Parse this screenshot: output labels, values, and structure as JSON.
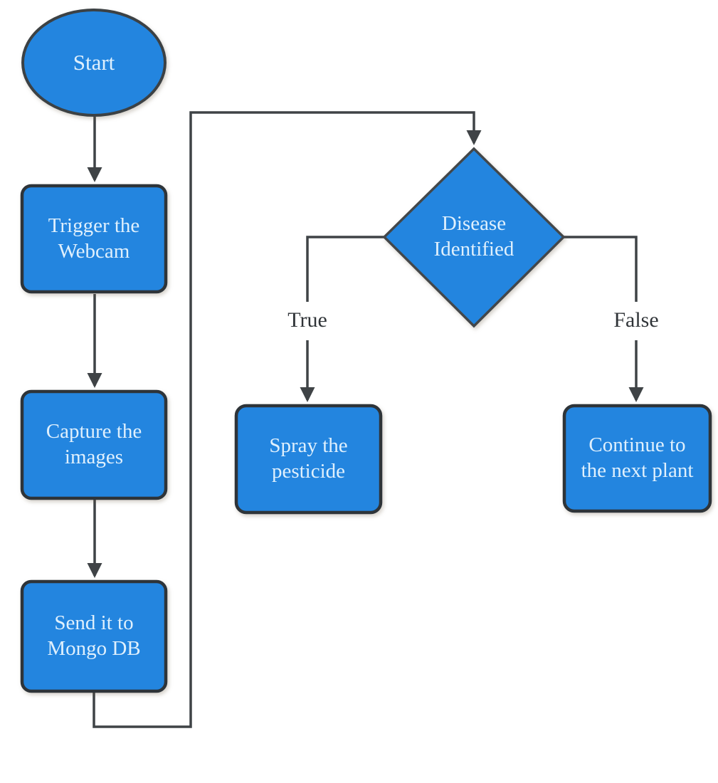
{
  "palette": {
    "shape_fill": "#2385df",
    "rect_border": "#2e3439",
    "ellipse_border": "#3c4144",
    "diamond_border": "#43474a",
    "connector": "#3f4346",
    "node_text": "#dff0fd",
    "label_text": "#303438",
    "background": "#ffffff"
  },
  "nodes": {
    "start": {
      "type": "ellipse",
      "lines": [
        "Start"
      ]
    },
    "trigger_webcam": {
      "type": "process",
      "lines": [
        "Trigger the",
        "Webcam"
      ]
    },
    "capture_images": {
      "type": "process",
      "lines": [
        "Capture the",
        "images"
      ]
    },
    "send_mongodb": {
      "type": "process",
      "lines": [
        "Send it to",
        "Mongo DB"
      ]
    },
    "disease_identified": {
      "type": "decision",
      "lines": [
        "Disease",
        "Identified"
      ]
    },
    "spray_pesticide": {
      "type": "process",
      "lines": [
        "Spray the",
        "pesticide"
      ]
    },
    "continue_next_plant": {
      "type": "process",
      "lines": [
        "Continue to",
        "the next plant"
      ]
    }
  },
  "edge_labels": {
    "true": "True",
    "false": "False"
  },
  "edges": [
    {
      "from": "start",
      "to": "trigger_webcam"
    },
    {
      "from": "trigger_webcam",
      "to": "capture_images"
    },
    {
      "from": "capture_images",
      "to": "send_mongodb"
    },
    {
      "from": "send_mongodb",
      "to": "disease_identified"
    },
    {
      "from": "disease_identified",
      "to": "spray_pesticide",
      "label": "True"
    },
    {
      "from": "disease_identified",
      "to": "continue_next_plant",
      "label": "False"
    }
  ]
}
